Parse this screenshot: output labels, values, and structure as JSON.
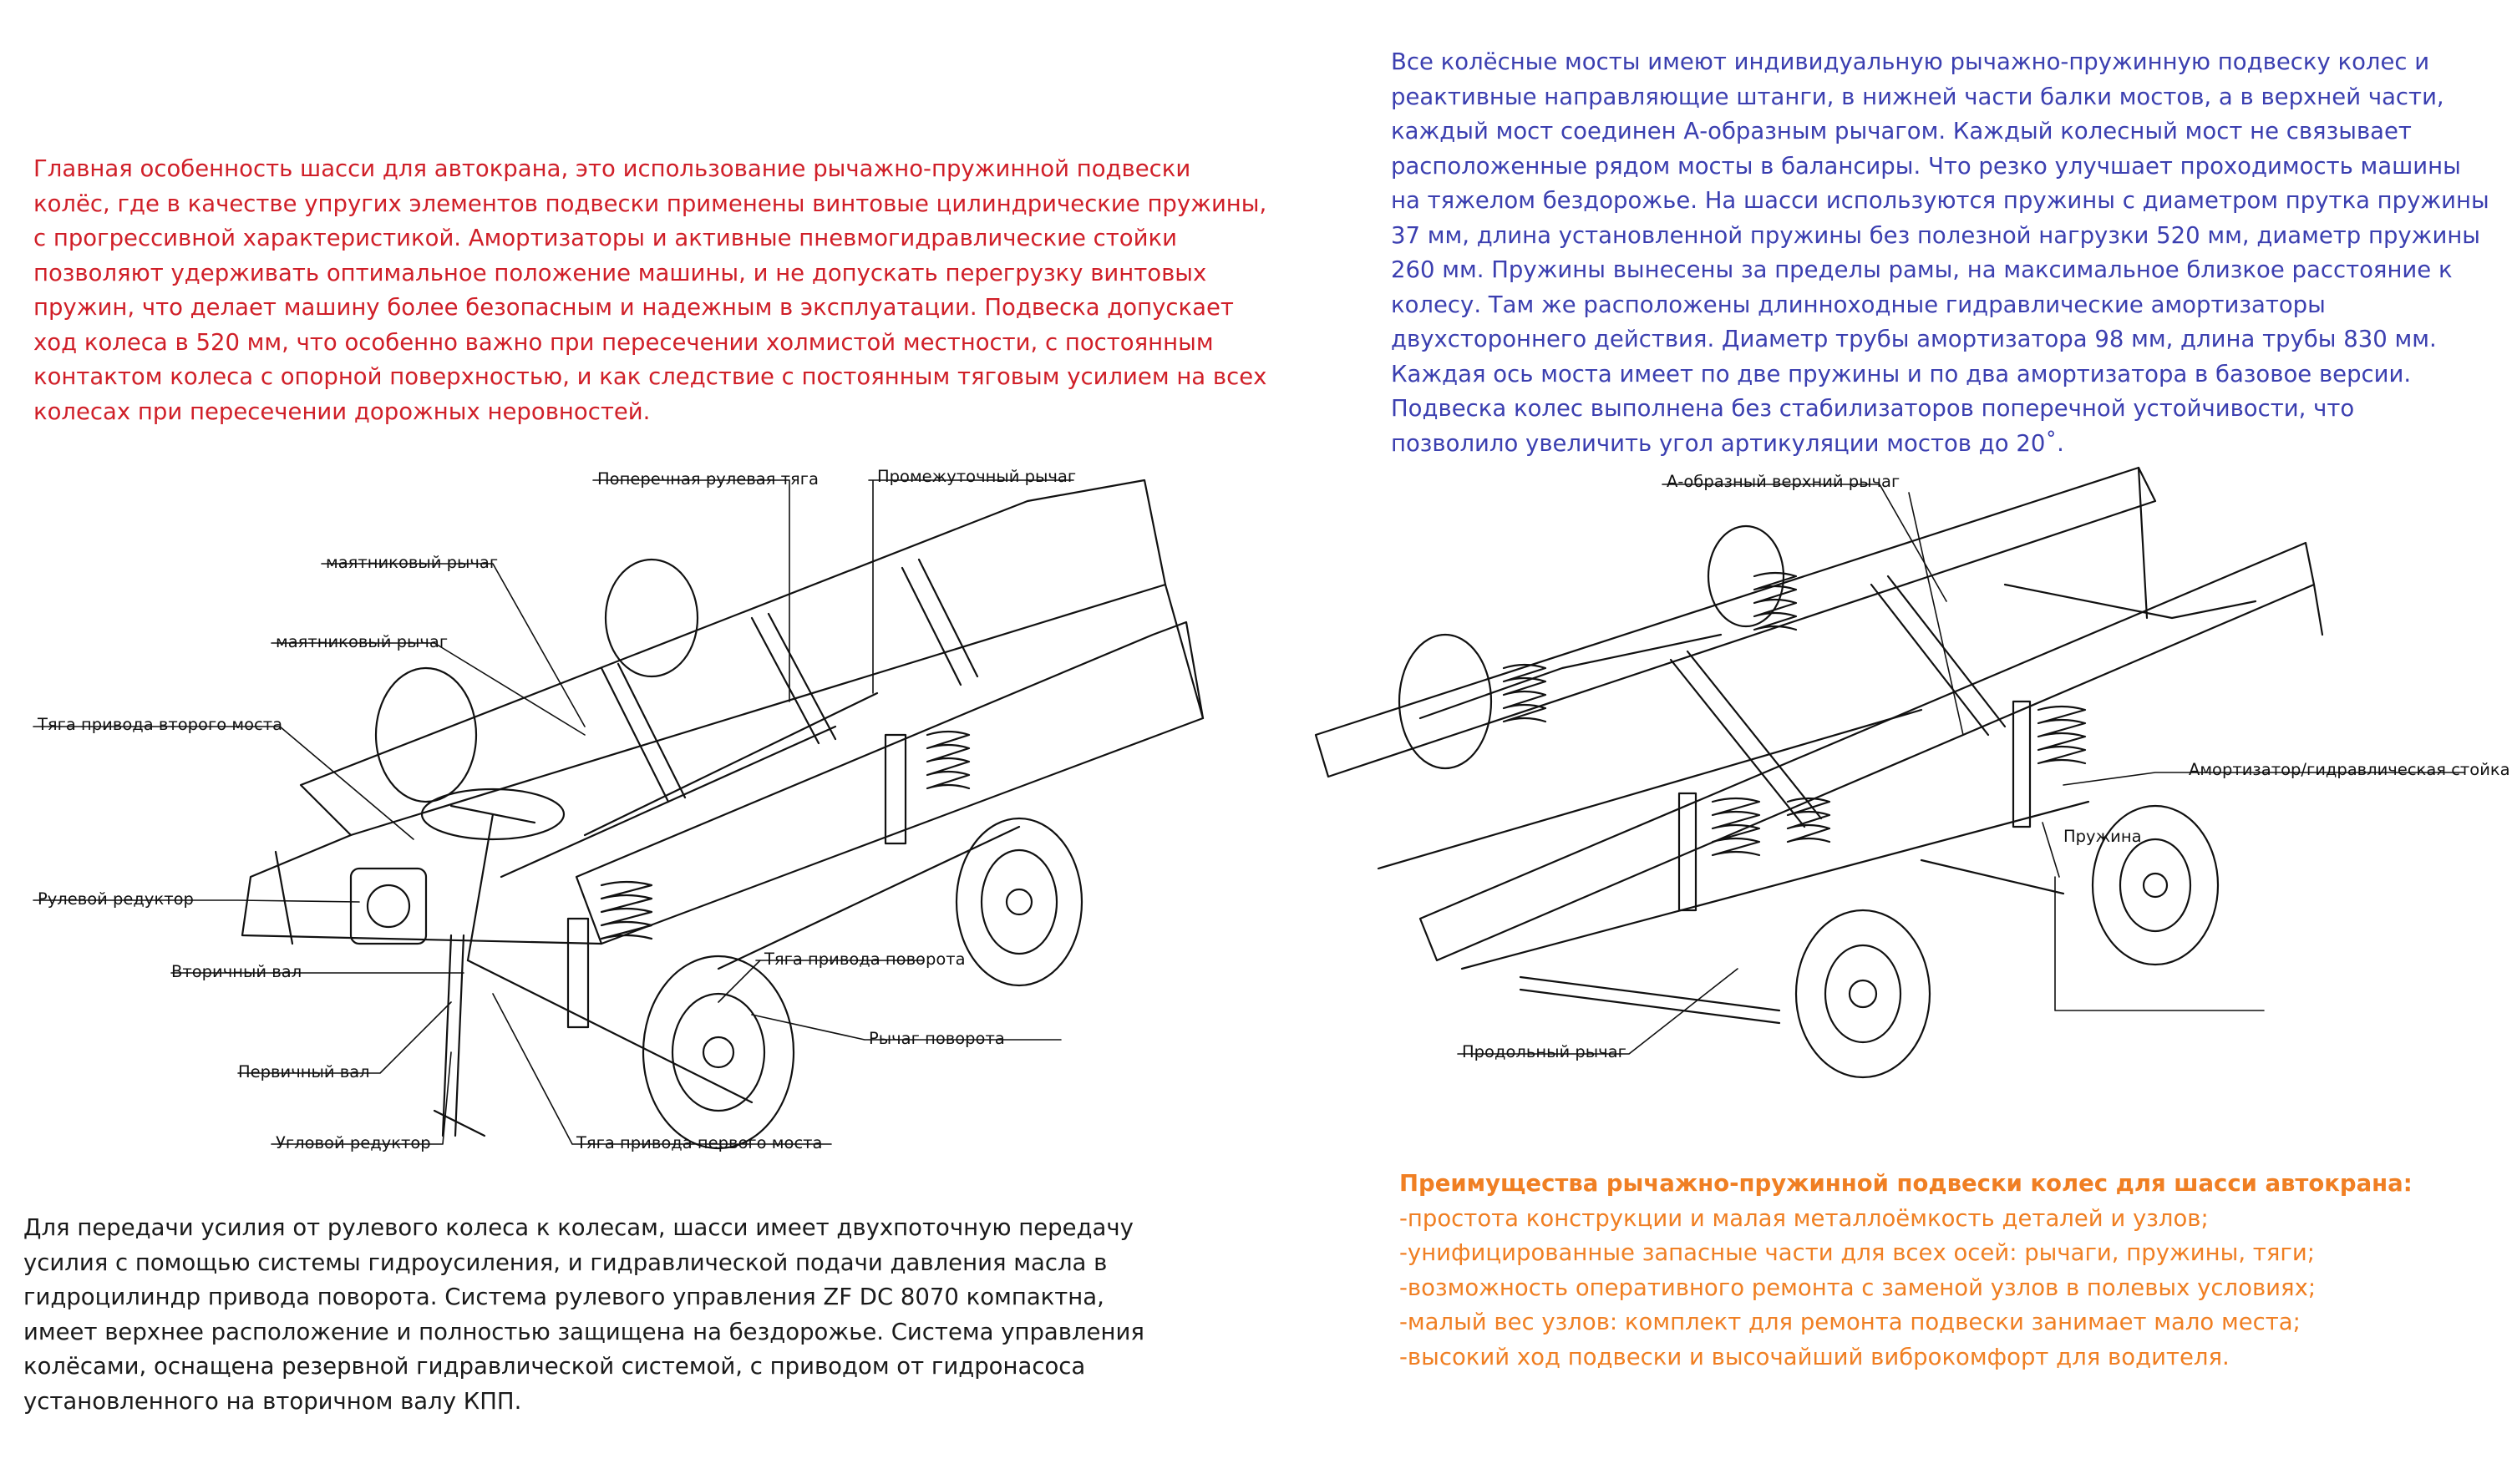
{
  "text_blocks": {
    "red": {
      "color": "#d01f28",
      "lines": [
        "Главная особенность шасси для автокрана, это использование рычажно-пружинной подвески",
        "колёс, где в качестве упругих элементов подвески применены винтовые цилиндрические пружины,",
        "с прогрессивной характеристикой. Амортизаторы и активные пневмогидравлические стойки",
        "позволяют удерживать оптимальное положение машины, и не допускать перегрузку винтовых",
        "пружин, что делает машину более безопасным и надежным в эксплуатации. Подвеска допускает",
        "ход колеса в 520 мм, что особенно важно при пересечении холмистой местности, с постоянным",
        "контактом колеса с опорной поверхностью, и как следствие с постоянным тяговым усилием на всех",
        "колесах при пересечении дорожных неровностей."
      ]
    },
    "blue": {
      "color": "#3b3fb0",
      "lines": [
        "Все колёсные мосты имеют индивидуальную рычажно-пружинную подвеску колес и",
        "реактивные направляющие штанги, в нижней части балки мостов, а в верхней части,",
        "каждый мост соединен А-образным рычагом. Каждый колесный мост не связывает",
        "расположенные рядом мосты в балансиры. Что резко улучшает проходимость машины",
        "на тяжелом бездорожье. На шасси используются пружины с диаметром прутка пружины",
        "37 мм, длина установленной пружины без полезной нагрузки 520 мм, диаметр пружины",
        "260 мм. Пружины вынесены за пределы рамы, на максимальное близкое расстояние к",
        "колесу. Там же расположены длинноходные гидравлические амортизаторы",
        "двухстороннего действия. Диаметр трубы амортизатора 98 мм, длина трубы 830 мм.",
        "Каждая ось моста имеет по две пружины и по два амортизатора в базовое версии.",
        "Подвеска колес выполнена без стабилизаторов поперечной устойчивости, что",
        "позволило увеличить угол артикуляции мостов до 20˚."
      ]
    },
    "black": {
      "color": "#1a1a1a",
      "lines": [
        "Для передачи усилия от рулевого колеса к колесам, шасси имеет двухпоточную передачу",
        "усилия с помощью системы гидроусиления, и гидравлической подачи давления масла в",
        "гидроцилиндр привода поворота. Система рулевого управления ZF DC 8070 компактна,",
        "имеет верхнее расположение и полностью защищена на бездорожье. Система управления",
        "колёсами, оснащена резервной гидравлической системой, с приводом от гидронасоса",
        "установленного на вторичном валу КПП."
      ]
    },
    "orange": {
      "color": "#f07f23",
      "heading": "Преимущества рычажно-пружинной подвески колес для шасси автокрана:",
      "lines": [
        "-простота конструкции и малая металлоёмкость деталей и узлов;",
        "-унифицированные запасные части для всех осей: рычаги, пружины, тяги;",
        "-возможность оперативного ремонта  с заменой узлов в полевых условиях;",
        "-малый вес узлов: комплект для ремонта подвески занимает мало места;",
        "-высокий ход подвески и высочайший виброкомфорт для водителя."
      ]
    }
  },
  "steering_diagram": {
    "labels": {
      "cross_tie_rod": "Поперечная рулевая тяга",
      "intermediate_lever": "Промежуточный рычаг",
      "pendulum_lever_1": "маятниковый рычаг",
      "pendulum_lever_2": "маятниковый рычаг",
      "second_axle_rod": "Тяга привода второго моста",
      "steering_gear": "Рулевой редуктор",
      "secondary_shaft": "Вторичный вал",
      "turn_drive_rod": "Тяга привода поворота",
      "turn_lever": "Рычаг поворота",
      "primary_shaft": "Первичный вал",
      "angle_gear": "Угловой редуктор",
      "first_axle_rod": "Тяга привода первого моста"
    }
  },
  "suspension_diagram": {
    "labels": {
      "a_arm": "А-образный верхний рычаг",
      "shock_strut": "Амортизатор/гидравлическая стойка",
      "spring": "Пружина",
      "longitudinal_arm": "Продольный рычаг"
    }
  }
}
